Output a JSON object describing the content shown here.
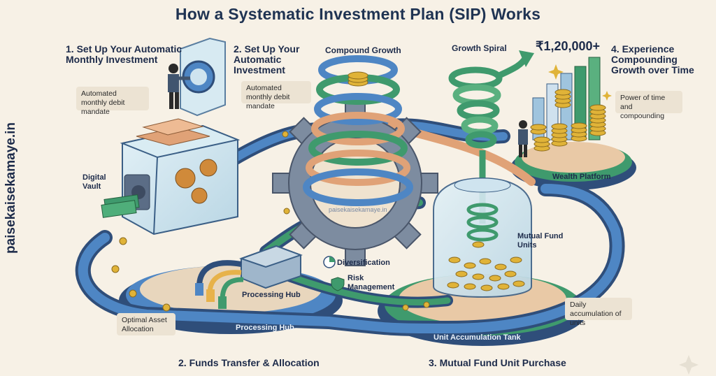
{
  "title": "How a Systematic Investment Plan (SIP) Works",
  "side_brand": "paisekaisekamaye.in",
  "watermark": "paisekaisekamaye.in",
  "steps": {
    "s1": "1. Set Up Your Automatic Monthly Investment",
    "s1_box": "Automated monthly debit mandate",
    "s1b": "2. Set Up Your Automatic Investment",
    "s1b_box": "Automated monthly debit mandate",
    "s2": "2. Funds Transfer & Allocation",
    "s3": "3. Mutual Fund Unit Purchase",
    "s4": "4. Experience Compounding Growth over Time",
    "s4_box": "Power of time and compounding"
  },
  "amount": "₹1,20,000+",
  "labels": {
    "compound_growth": "Compound Growth",
    "growth_spiral": "Growth Spiral",
    "digital_vault": "Digital Vault",
    "processing_hub_top": "Processing Hub",
    "processing_hub_ring": "Processing Hub",
    "diversification": "Diversification",
    "risk_management": "Risk Management",
    "mutual_fund_units": "Mutual Fund Units",
    "unit_tank": "Unit Accumulation Tank",
    "wealth_platform": "Wealth Platform",
    "optimal_allocation": "Optimal Asset Allocation",
    "daily_accumulation": "Daily accumulation of units"
  },
  "colors": {
    "background": "#f7f1e6",
    "navy": "#1d2b4a",
    "pipe_blue": "#4e86c4",
    "pipe_green": "#3f9a6d",
    "copper": "#e0a277",
    "gold": "#e0b338",
    "gear_gray": "#7d8ca0",
    "glass": "#cfe4ef"
  }
}
